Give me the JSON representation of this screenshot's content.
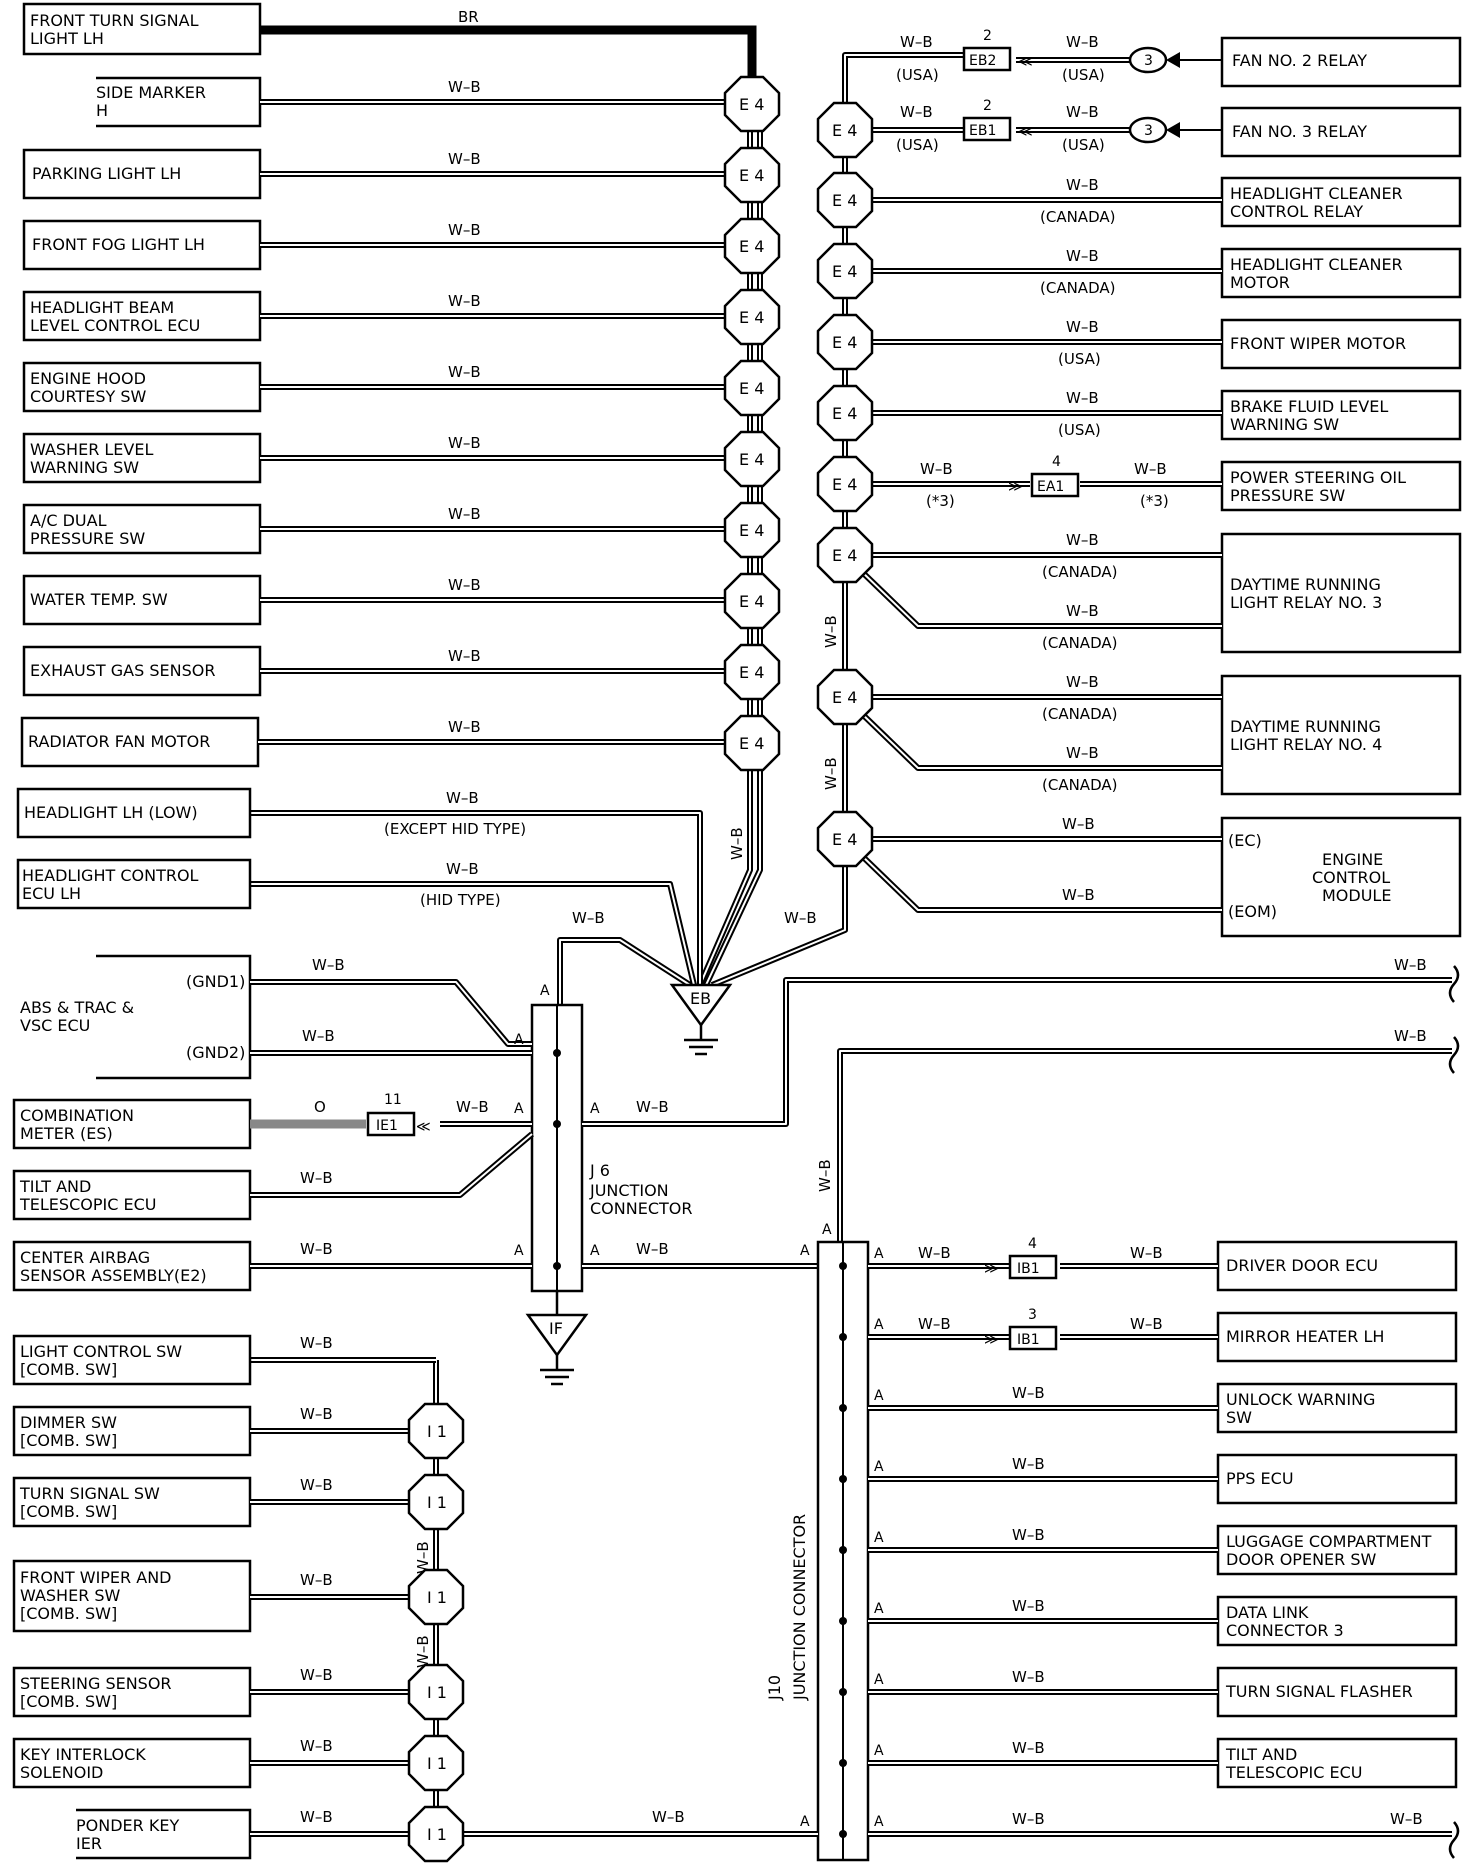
{
  "left_components": [
    {
      "id": "front_turn_lh",
      "lines": [
        "FRONT TURN SIGNAL",
        "LIGHT LH"
      ],
      "wire": "BR",
      "connector": "E4"
    },
    {
      "id": "side_marker",
      "lines": [
        "SIDE MARKER",
        "H"
      ],
      "wire": "W–B",
      "connector": "E4"
    },
    {
      "id": "parking_lh",
      "lines": [
        "PARKING LIGHT LH"
      ],
      "wire": "W–B",
      "connector": "E4"
    },
    {
      "id": "front_fog_lh",
      "lines": [
        "FRONT FOG LIGHT LH"
      ],
      "wire": "W–B",
      "connector": "E4"
    },
    {
      "id": "hl_beam_ecu",
      "lines": [
        "HEADLIGHT BEAM",
        "LEVEL CONTROL ECU"
      ],
      "wire": "W–B",
      "connector": "E4"
    },
    {
      "id": "hood_courtesy",
      "lines": [
        "ENGINE HOOD",
        "COURTESY SW"
      ],
      "wire": "W–B",
      "connector": "E4"
    },
    {
      "id": "washer_level",
      "lines": [
        "WASHER LEVEL",
        "WARNING SW"
      ],
      "wire": "W–B",
      "connector": "E4"
    },
    {
      "id": "ac_dual",
      "lines": [
        "A/C DUAL",
        "PRESSURE SW"
      ],
      "wire": "W–B",
      "connector": "E4"
    },
    {
      "id": "water_temp",
      "lines": [
        "WATER TEMP.  SW"
      ],
      "wire": "W–B",
      "connector": "E4"
    },
    {
      "id": "exhaust_gas",
      "lines": [
        "EXHAUST GAS SENSOR"
      ],
      "wire": "W–B",
      "connector": "E4"
    },
    {
      "id": "radiator_fan",
      "lines": [
        "RADIATOR FAN MOTOR"
      ],
      "wire": "W–B",
      "connector": "E4"
    },
    {
      "id": "headlight_lh_low",
      "lines": [
        "HEADLIGHT LH (LOW)"
      ],
      "wire": "W–B",
      "note": "(EXCEPT HID TYPE)"
    },
    {
      "id": "headlight_ctrl_ecu",
      "lines": [
        "HEADLIGHT CONTROL",
        "ECU LH"
      ],
      "wire": "W–B",
      "note": "(HID TYPE)"
    }
  ],
  "right_components": [
    {
      "id": "fan2",
      "lines": [
        "FAN NO. 2 RELAY"
      ],
      "wire_left": "W–B",
      "note_left": "(USA)",
      "wire_right": "W–B",
      "note_right": "(USA)",
      "inline": "EB2",
      "inline_pin": "2",
      "pin": "3"
    },
    {
      "id": "fan3",
      "lines": [
        "FAN NO. 3 RELAY"
      ],
      "wire_left": "W–B",
      "note_left": "(USA)",
      "wire_right": "W–B",
      "note_right": "(USA)",
      "inline": "EB1",
      "inline_pin": "2",
      "pin": "3",
      "connector": "E4"
    },
    {
      "id": "hl_cleaner_relay",
      "lines": [
        "HEADLIGHT CLEANER",
        "CONTROL RELAY"
      ],
      "wire": "W–B",
      "note": "(CANADA)",
      "connector": "E4"
    },
    {
      "id": "hl_cleaner_motor",
      "lines": [
        "HEADLIGHT CLEANER",
        "MOTOR"
      ],
      "wire": "W–B",
      "note": "(CANADA)",
      "connector": "E4"
    },
    {
      "id": "front_wiper",
      "lines": [
        "FRONT WIPER MOTOR"
      ],
      "wire": "W–B",
      "note": "(USA)",
      "connector": "E4"
    },
    {
      "id": "brake_fluid",
      "lines": [
        "BRAKE FLUID LEVEL",
        "WARNING SW"
      ],
      "wire": "W–B",
      "note": "(USA)",
      "connector": "E4"
    },
    {
      "id": "ps_oil",
      "lines": [
        "POWER STEERING OIL",
        "PRESSURE SW"
      ],
      "wire_left": "W–B",
      "note_left": "(*3)",
      "wire_right": "W–B",
      "note_right": "(*3)",
      "inline": "EA1",
      "inline_pin": "4",
      "connector": "E4"
    },
    {
      "id": "drl3",
      "lines": [
        "DAYTIME RUNNING",
        "LIGHT RELAY NO. 3"
      ],
      "wire": "W–B",
      "note": "(CANADA)",
      "wire2": "W–B",
      "note2": "(CANADA)",
      "connector": "E4"
    },
    {
      "id": "drl4",
      "lines": [
        "DAYTIME RUNNING",
        "LIGHT RELAY NO. 4"
      ],
      "wire": "W–B",
      "note": "(CANADA)",
      "wire2": "W–B",
      "note2": "(CANADA)",
      "connector": "E4"
    },
    {
      "id": "ecm",
      "lines": [
        "ENGINE",
        "CONTROL",
        "MODULE"
      ],
      "pin1": "(EC)",
      "pin2": "(EOM)",
      "wire": "W–B",
      "wire2": "W–B",
      "connector": "E4"
    }
  ],
  "middle_components": [
    {
      "id": "abs",
      "lines": [
        "ABS & TRAC &",
        "VSC ECU"
      ],
      "pin1": "(GND1)",
      "pin2": "(GND2)",
      "wire": "W–B",
      "wire2": "W–B"
    },
    {
      "id": "comb_meter",
      "lines": [
        "COMBINATION",
        "METER (ES)"
      ],
      "wire_o": "O",
      "inline": "IE1",
      "inline_pin": "11",
      "wire": "W–B"
    },
    {
      "id": "tilt_ecu",
      "lines": [
        "TILT AND",
        "TELESCOPIC ECU"
      ],
      "wire": "W–B"
    },
    {
      "id": "airbag",
      "lines": [
        "CENTER AIRBAG",
        "SENSOR ASSEMBLY(E2)"
      ],
      "wire": "W–B"
    }
  ],
  "bottom_left_components": [
    {
      "id": "light_ctrl_sw",
      "lines": [
        "LIGHT CONTROL SW",
        "[COMB.  SW]"
      ],
      "wire": "W–B"
    },
    {
      "id": "dimmer_sw",
      "lines": [
        "DIMMER SW",
        "[COMB.  SW]"
      ],
      "wire": "W–B",
      "connector": "I1"
    },
    {
      "id": "turn_sig_sw",
      "lines": [
        "TURN SIGNAL SW",
        "[COMB.  SW]"
      ],
      "wire": "W–B",
      "connector": "I1"
    },
    {
      "id": "wiper_sw",
      "lines": [
        "FRONT WIPER AND",
        "WASHER SW",
        "[COMB.  SW]"
      ],
      "wire": "W–B",
      "connector": "I1"
    },
    {
      "id": "steering_sensor",
      "lines": [
        "STEERING SENSOR",
        "[COMB.  SW]"
      ],
      "wire": "W–B",
      "connector": "I1"
    },
    {
      "id": "key_interlock",
      "lines": [
        "KEY INTERLOCK",
        "SOLENOID"
      ],
      "wire": "W–B",
      "connector": "I1"
    },
    {
      "id": "transponder",
      "lines": [
        "PONDER KEY",
        "IER"
      ],
      "wire": "W–B",
      "connector": "I1"
    }
  ],
  "bottom_right_components": [
    {
      "id": "driver_door_ecu",
      "lines": [
        "DRIVER DOOR ECU"
      ],
      "pin": "A",
      "wire_left": "W–B",
      "inline": "IB1",
      "inline_pin": "4",
      "wire_right": "W–B"
    },
    {
      "id": "mirror_heater",
      "lines": [
        "MIRROR HEATER LH"
      ],
      "pin": "A",
      "wire_left": "W–B",
      "inline": "IB1",
      "inline_pin": "3",
      "wire_right": "W–B"
    },
    {
      "id": "unlock_warning",
      "lines": [
        "UNLOCK WARNING",
        "SW"
      ],
      "pin": "A",
      "wire": "W–B"
    },
    {
      "id": "pps_ecu",
      "lines": [
        "PPS ECU"
      ],
      "pin": "A",
      "wire": "W–B"
    },
    {
      "id": "luggage_sw",
      "lines": [
        "LUGGAGE COMPARTMENT",
        "DOOR OPENER SW"
      ],
      "pin": "A",
      "wire": "W–B"
    },
    {
      "id": "dlc3",
      "lines": [
        "DATA LINK",
        "CONNECTOR 3"
      ],
      "pin": "A",
      "wire": "W–B"
    },
    {
      "id": "turn_flasher",
      "lines": [
        "TURN SIGNAL FLASHER"
      ],
      "pin": "A",
      "wire": "W–B"
    },
    {
      "id": "tilt_ecu2",
      "lines": [
        "TILT AND",
        "TELESCOPIC ECU"
      ],
      "pin": "A",
      "wire": "W–B"
    }
  ],
  "junctions": {
    "j6": {
      "id": "J 6",
      "label": "JUNCTION",
      "label2": "CONNECTOR"
    },
    "j10": {
      "id": "J10",
      "label": "JUNCTION CONNECTOR"
    }
  },
  "grounds": {
    "eb": "EB",
    "if": "IF"
  },
  "misc_labels": {
    "wb": "W–B",
    "a": "A",
    "e4": "E 4",
    "i1": "I 1"
  }
}
